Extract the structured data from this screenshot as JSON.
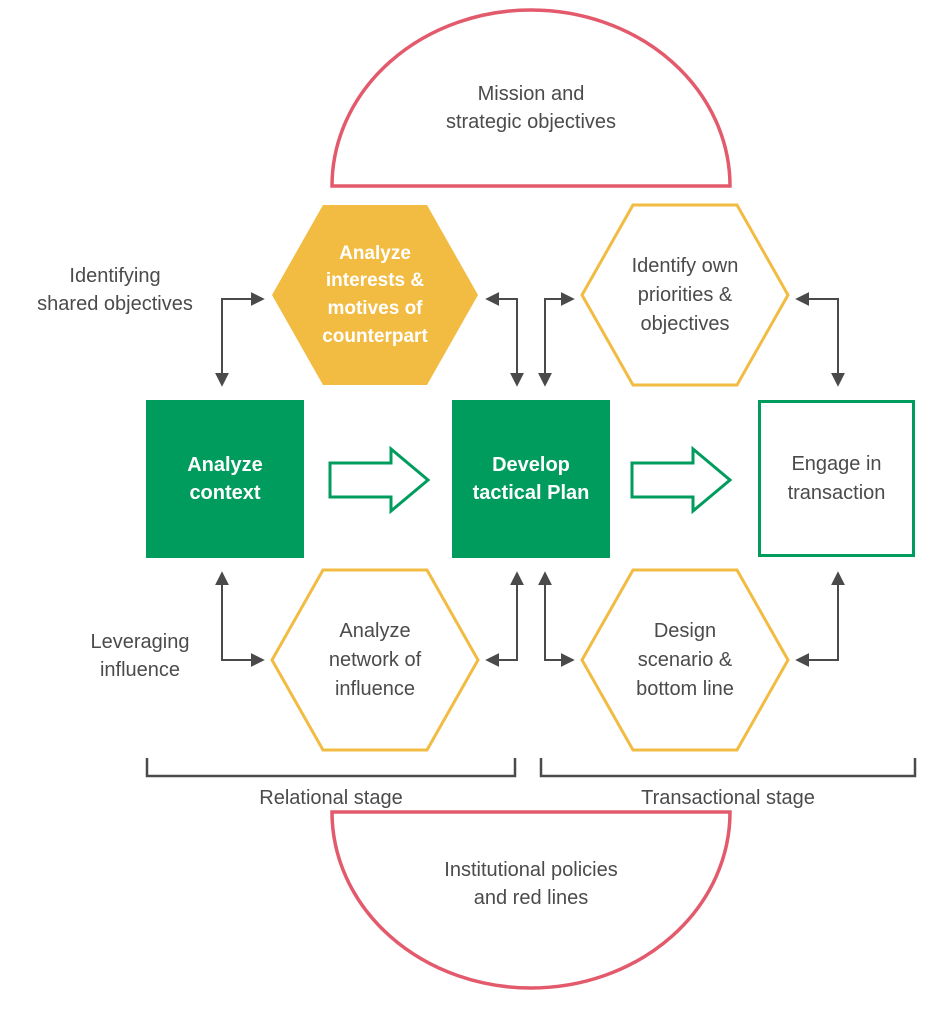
{
  "colors": {
    "green": "#009C5D",
    "yellow": "#F2BB42",
    "red": "#E25A6B",
    "text_gray": "#4B4B4D",
    "arrow_gray": "#4A4A4B",
    "background": "#FFFFFF"
  },
  "top_dome": {
    "line1": "Mission and",
    "line2": "strategic objectives"
  },
  "bottom_dome": {
    "line1": "Institutional policies",
    "line2": "and red lines"
  },
  "side_labels": {
    "identifying": {
      "line1": "Identifying",
      "line2": "shared objectives"
    },
    "leveraging": {
      "line1": "Leveraging",
      "line2": "influence"
    }
  },
  "hexagons": {
    "counterpart": {
      "line1": "Analyze",
      "line2": "interests &",
      "line3": "motives of",
      "line4": "counterpart"
    },
    "priorities": {
      "line1": "Identify own",
      "line2": "priorities &",
      "line3": "objectives"
    },
    "network": {
      "line1": "Analyze",
      "line2": "network of",
      "line3": "influence"
    },
    "scenario": {
      "line1": "Design",
      "line2": "scenario &",
      "line3": "bottom line"
    }
  },
  "boxes": {
    "context": {
      "line1": "Analyze",
      "line2": "context"
    },
    "plan": {
      "line1": "Develop",
      "line2": "tactical Plan"
    },
    "transaction": {
      "line1": "Engage in",
      "line2": "transaction"
    }
  },
  "stages": {
    "relational": "Relational stage",
    "transactional": "Transactional stage"
  }
}
